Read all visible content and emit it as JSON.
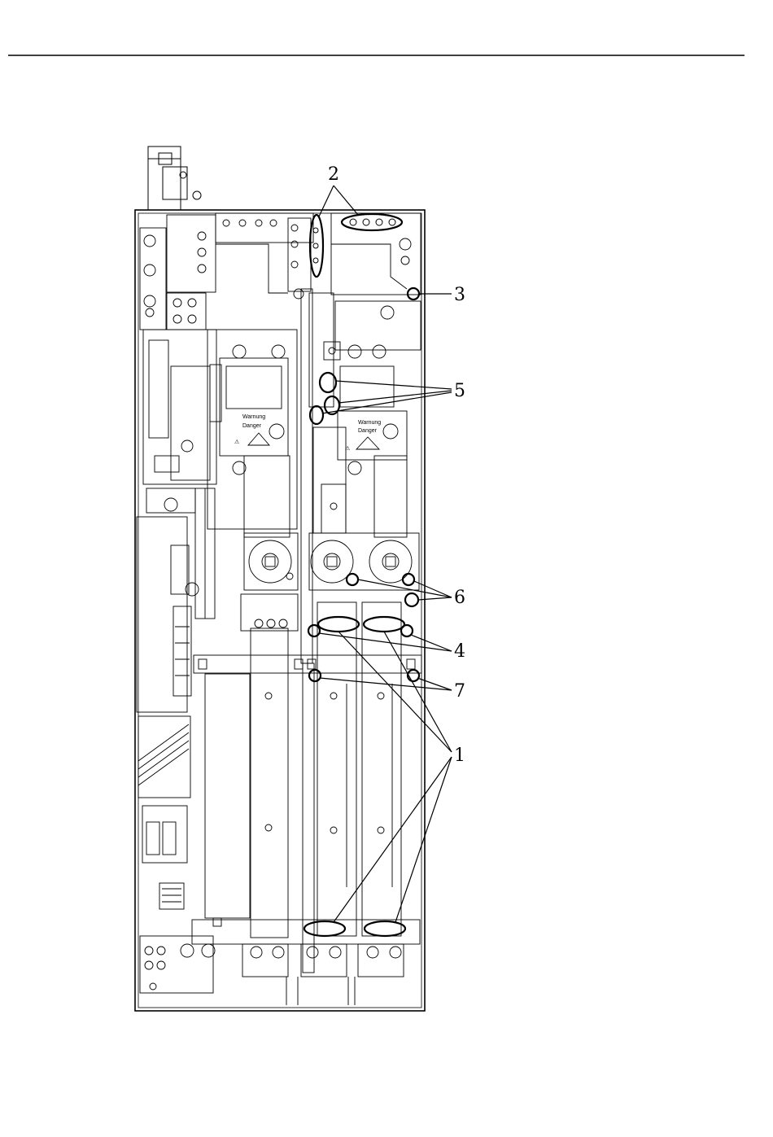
{
  "figure": {
    "callouts": [
      "2",
      "3",
      "5",
      "6",
      "4",
      "7",
      "1"
    ],
    "panel_labels": {
      "left_warning": "Warnung",
      "left_danger": "Danger",
      "right_warning": "Warnung",
      "right_danger": "Danger"
    }
  }
}
